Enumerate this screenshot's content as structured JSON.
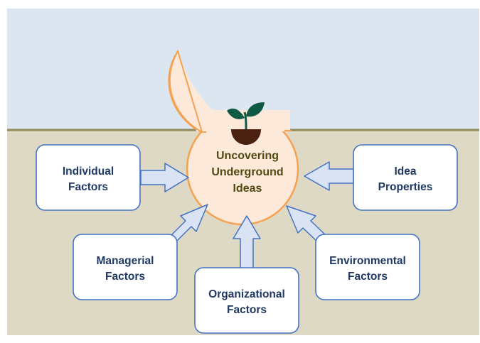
{
  "colors": {
    "sky": "#dce6f0",
    "soil": "#ddd9c4",
    "ground_line": "#8f8a5a",
    "box_border": "#4472c4",
    "box_fill": "#ffffff",
    "arrow_fill": "#dae3f3",
    "arrow_stroke": "#4472c4",
    "bubble_fill": "#fde9d9",
    "bubble_stroke": "#f5a150",
    "sprout_leaf": "#0e5a45",
    "sprout_soil": "#4a2110",
    "text_box": "#1f3864",
    "text_center": "#4f4a12"
  },
  "center": {
    "line1": "Uncovering",
    "line2": "Underground",
    "line3": "Ideas"
  },
  "boxes": {
    "individual": {
      "line1": "Individual",
      "line2": "Factors"
    },
    "idea": {
      "line1": "Idea",
      "line2": "Properties"
    },
    "managerial": {
      "line1": "Managerial",
      "line2": "Factors"
    },
    "environmental": {
      "line1": "Environmental",
      "line2": "Factors"
    },
    "organizational": {
      "line1": "Organizational",
      "line2": "Factors"
    }
  }
}
